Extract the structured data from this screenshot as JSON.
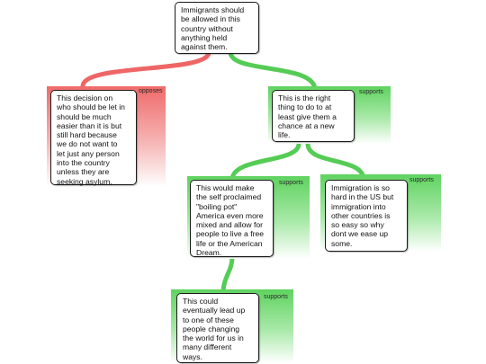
{
  "colors": {
    "support": "#55cc55",
    "oppose": "#ee6666"
  },
  "root": {
    "text": "Immigrants should\nbe allowed in this\ncountry without\nanything held\nagainst them."
  },
  "nodes": [
    {
      "id": "n1",
      "stance": "opposes",
      "text": "This decision on\nwho should be let in\nshould be much\neasier than it is but\nstill hard because\nwe do not want to\nlet just any person\ninto the country\nunless they are\nseeking asylum."
    },
    {
      "id": "n2",
      "stance": "supports",
      "text": "This is the right\nthing to do to at\nleast give them a\nchance at a new\nlife."
    },
    {
      "id": "n3",
      "stance": "supports",
      "text": "This would make\nthe self proclaimed\n\"boiling pot\"\nAmerica even more\nmixed and allow for\npeople to live a free\nlife or the American\nDream."
    },
    {
      "id": "n4",
      "stance": "supports",
      "text": "Immigration is so\nhard in the US but\nimmigration into\nother countries is\nso easy so why\ndont we ease up\nsome."
    },
    {
      "id": "n5",
      "stance": "supports",
      "text": "This could\neventually lead up\nto one of these\npeople changing\nthe world for us in\nmany different\nways."
    }
  ]
}
